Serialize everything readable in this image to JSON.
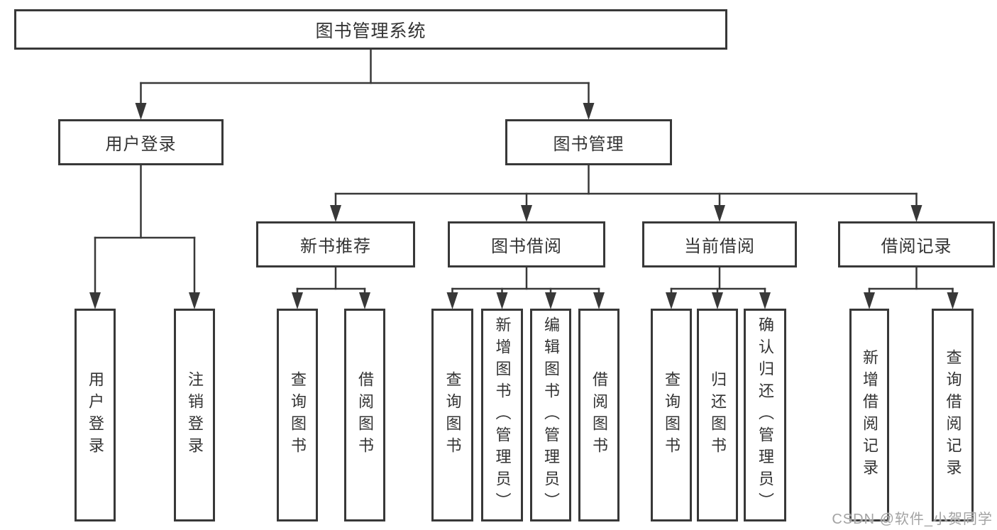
{
  "diagram": {
    "tree": {
      "id": "root",
      "label": "图书管理系统",
      "children": [
        {
          "id": "user-login",
          "label": "用户登录",
          "children": [
            {
              "id": "leaf-user-login",
              "label": "用户登录"
            },
            {
              "id": "leaf-logout",
              "label": "注销登录"
            }
          ]
        },
        {
          "id": "book-management",
          "label": "图书管理",
          "children": [
            {
              "id": "new-book-recommend",
              "label": "新书推荐",
              "children": [
                {
                  "id": "leaf-nbr-query-books",
                  "label": "查询图书"
                },
                {
                  "id": "leaf-nbr-borrow-books",
                  "label": "借阅图书"
                }
              ]
            },
            {
              "id": "book-borrowing",
              "label": "图书借阅",
              "children": [
                {
                  "id": "leaf-bb-query-books",
                  "label": "查询图书"
                },
                {
                  "id": "leaf-bb-add-books",
                  "label": "新增图书（管理员）"
                },
                {
                  "id": "leaf-bb-edit-books",
                  "label": "编辑图书（管理员）"
                },
                {
                  "id": "leaf-bb-borrow-books",
                  "label": "借阅图书"
                }
              ]
            },
            {
              "id": "current-borrowing",
              "label": "当前借阅",
              "children": [
                {
                  "id": "leaf-cb-query-books",
                  "label": "查询图书"
                },
                {
                  "id": "leaf-cb-return-books",
                  "label": "归还图书"
                },
                {
                  "id": "leaf-cb-confirm-return",
                  "label": "确认归还（管理员）"
                }
              ]
            },
            {
              "id": "borrowing-records",
              "label": "借阅记录",
              "children": [
                {
                  "id": "leaf-br-add-record",
                  "label": "新增借阅记录"
                },
                {
                  "id": "leaf-br-query-record",
                  "label": "查询借阅记录"
                }
              ]
            }
          ]
        }
      ]
    }
  },
  "watermark": {
    "text": "CSDN @软件_小贺同学"
  },
  "colors": {
    "line": "#383838",
    "box_border": "#383838",
    "text": "#333333",
    "box_background": "#ffffff",
    "watermark": "#a3a3a3",
    "background": "#ffffff"
  }
}
